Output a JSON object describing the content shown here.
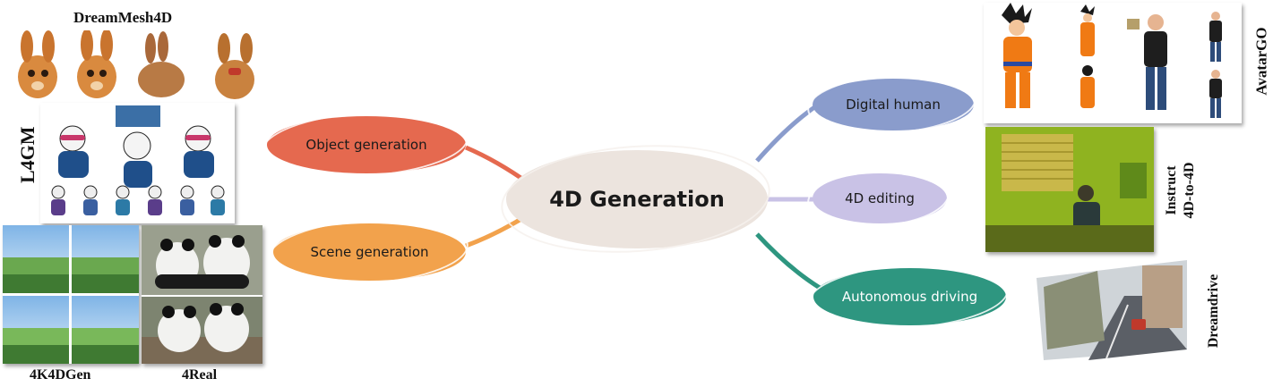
{
  "center": {
    "label": "4D Generation"
  },
  "branches": {
    "object_generation": "Object generation",
    "scene_generation": "Scene generation",
    "digital_human": "Digital human",
    "editing_4d": "4D editing",
    "autonomous_driving": "Autonomous driving"
  },
  "methods": {
    "dreammesh4d": "DreamMesh4D",
    "l4gm": "L4GM",
    "k4dgen": "4K4DGen",
    "real4": "4Real",
    "avatargo": "AvatarGO",
    "instruct_line1": "Instruct",
    "instruct_line2": "4D-to-4D",
    "dreamdrive": "Dreamdrive"
  },
  "colors": {
    "object": "#e5694f",
    "scene": "#f2a24c",
    "center": "#ece4de",
    "digital": "#8a9ccc",
    "editing": "#c9c2e6",
    "driving": "#2e9680"
  }
}
